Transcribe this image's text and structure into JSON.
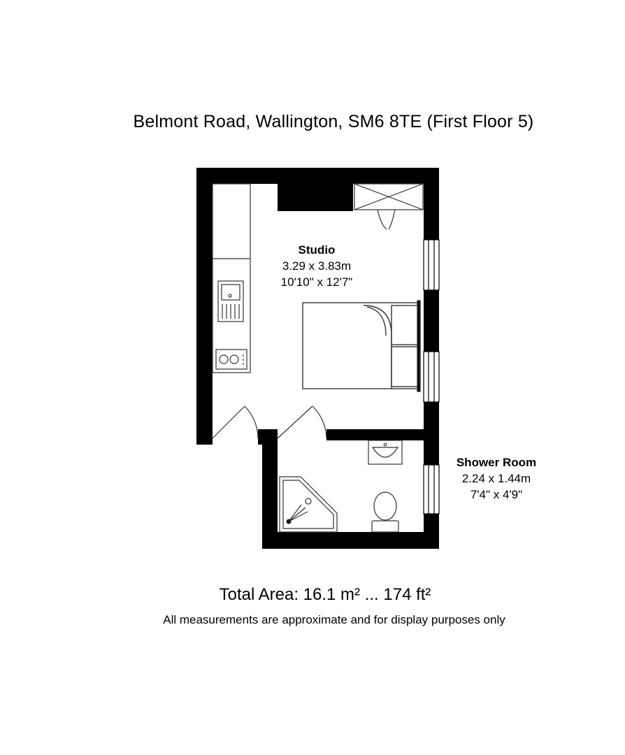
{
  "title": "Belmont Road, Wallington, SM6 8TE (First Floor 5)",
  "rooms": [
    {
      "name": "Studio",
      "metric": "3.29 x 3.83m",
      "imperial": "10'10\" x 12'7\""
    },
    {
      "name": "Shower Room",
      "metric": "2.24 x 1.44m",
      "imperial": "7'4\" x 4'9\""
    }
  ],
  "total_area": "Total Area: 16.1 m² ... 174 ft²",
  "disclaimer": "All measurements are approximate and for display purposes only",
  "colors": {
    "wall": "#000000",
    "fixture_stroke": "#333333",
    "background": "#ffffff"
  },
  "fixtures": [
    "kitchen-counter-icon",
    "sink-icon",
    "hob-icon",
    "wardrobe-icon",
    "bed-icon",
    "basin-icon",
    "toilet-icon",
    "shower-tray-icon",
    "door-icon",
    "window-icon"
  ]
}
